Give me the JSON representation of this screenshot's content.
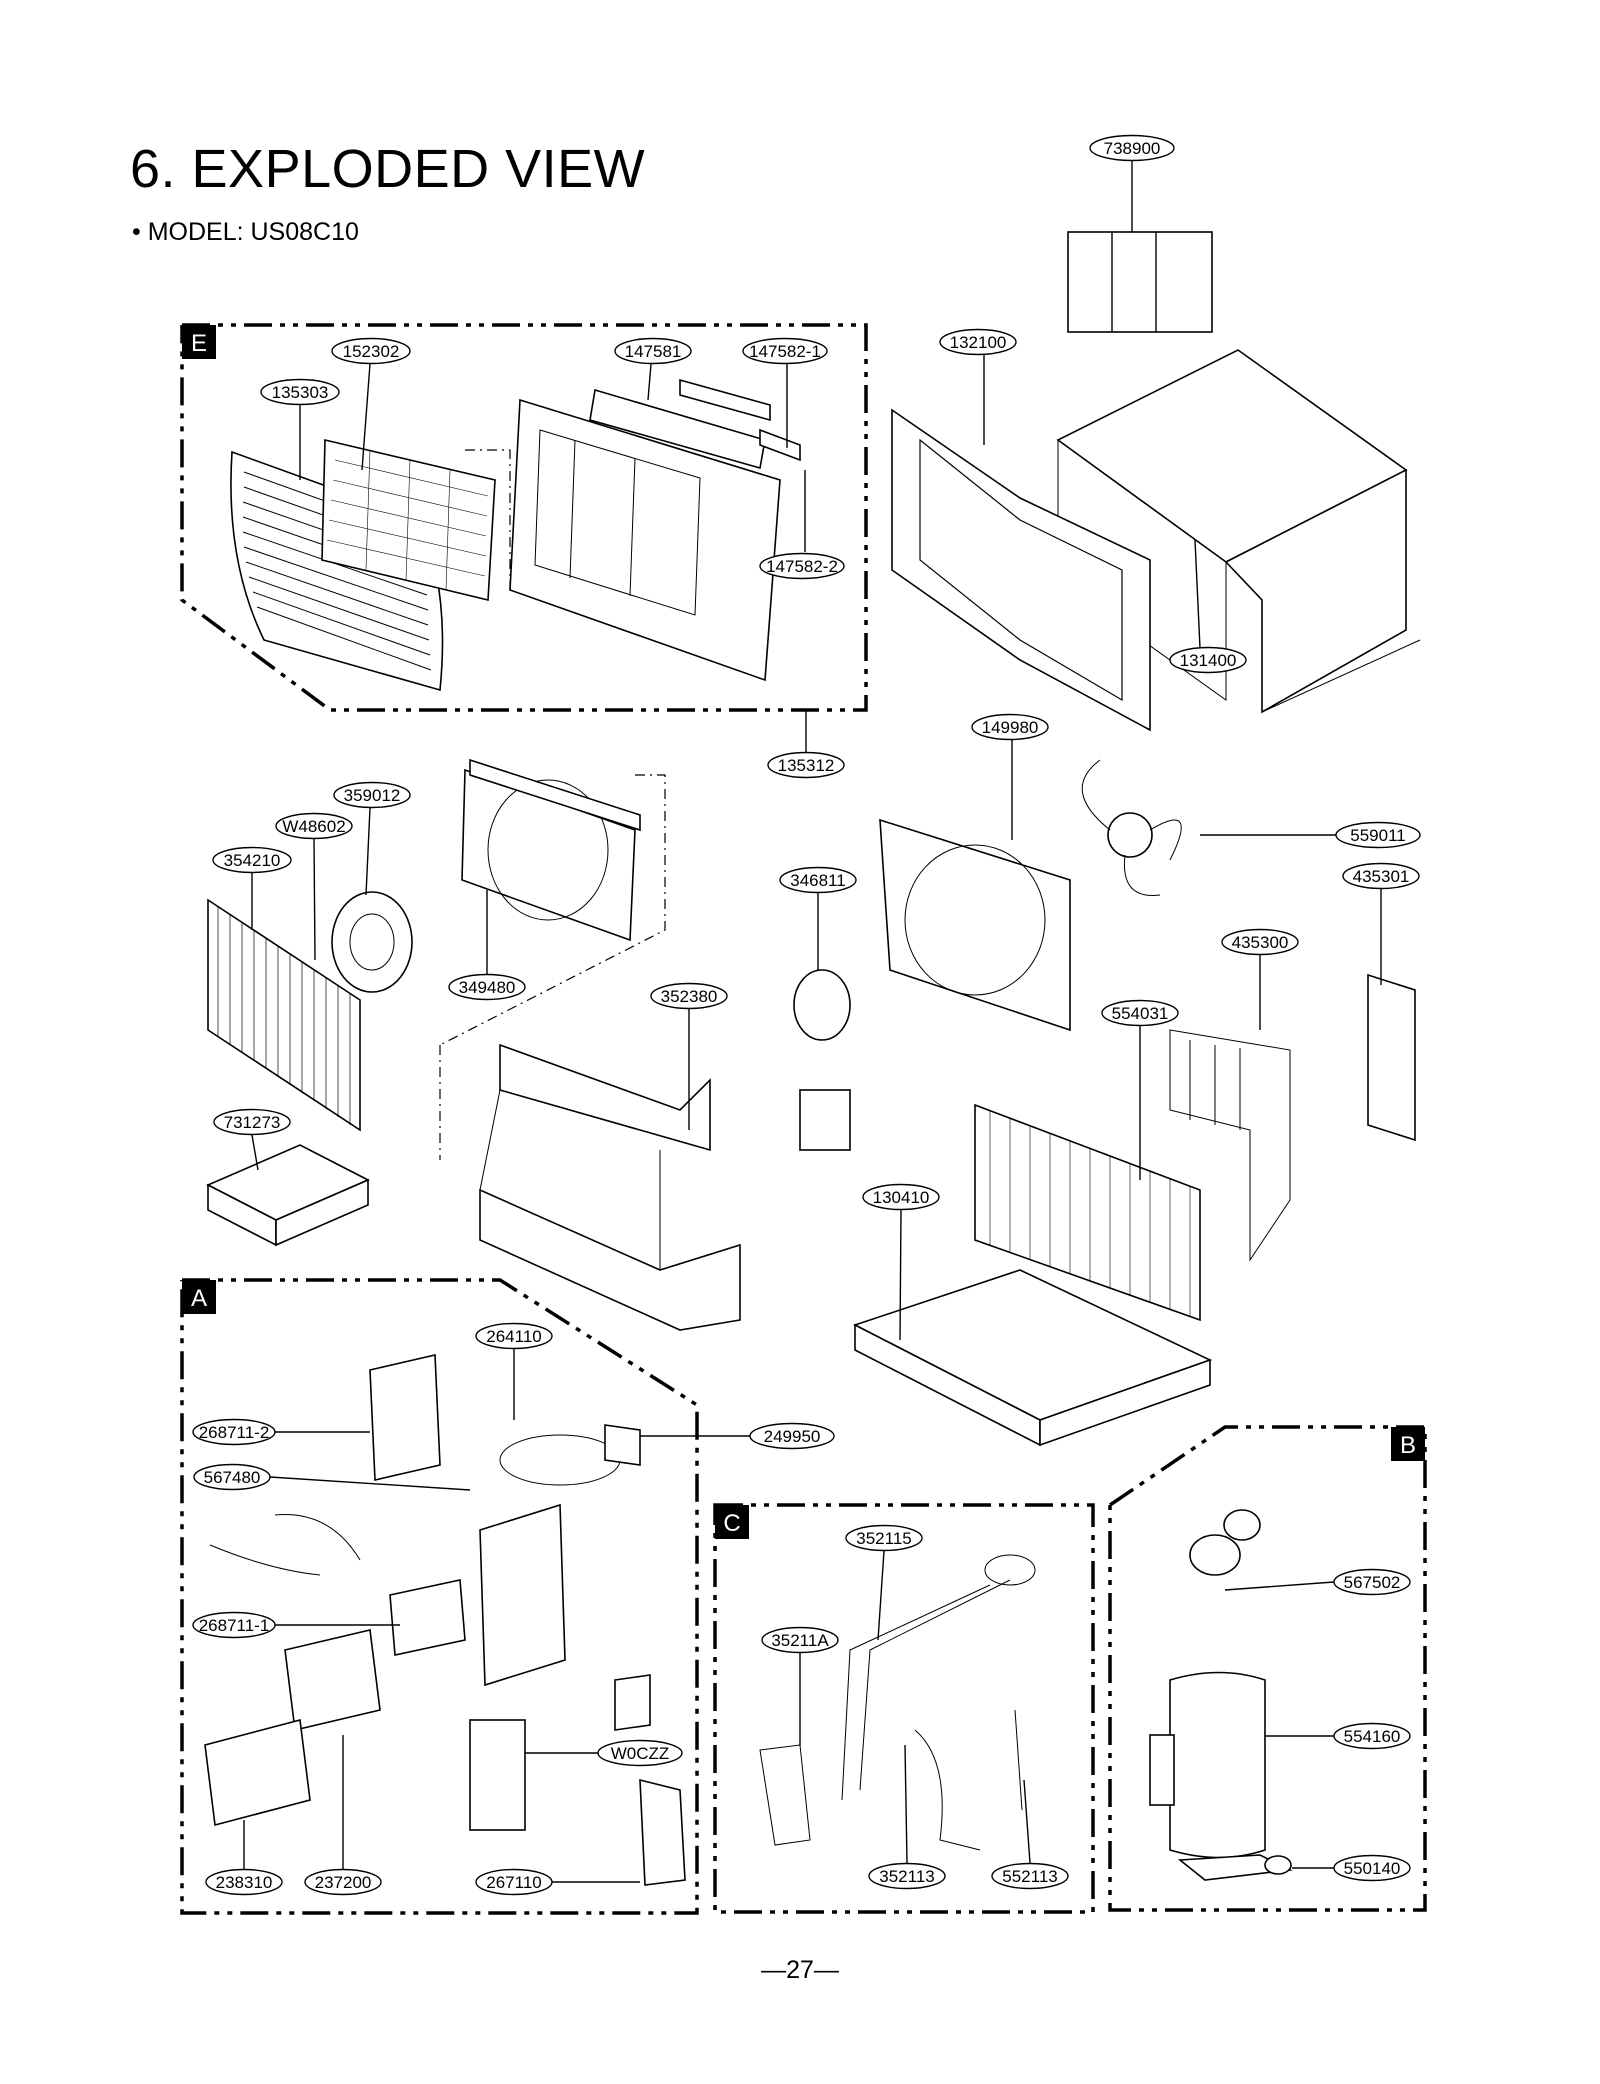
{
  "header": {
    "title": "6. EXPLODED VIEW",
    "model": "• MODEL:  US08C10"
  },
  "sections": [
    "E",
    "A",
    "C",
    "B"
  ],
  "part_labels": [
    "738900",
    "132100",
    "131400",
    "152302",
    "147581",
    "147582-1",
    "135303",
    "147582-2",
    "135312",
    "149980",
    "359012",
    "W48602",
    "559011",
    "354210",
    "346811",
    "435301",
    "435300",
    "349480",
    "352380",
    "554031",
    "731273",
    "130410",
    "264110",
    "268711-2",
    "249950",
    "567480",
    "268711-1",
    "W0CZZ",
    "238310",
    "237200",
    "267110",
    "352115",
    "35211A",
    "352113",
    "552113",
    "567502",
    "554160",
    "550140"
  ],
  "footer": {
    "page": "—27—"
  }
}
